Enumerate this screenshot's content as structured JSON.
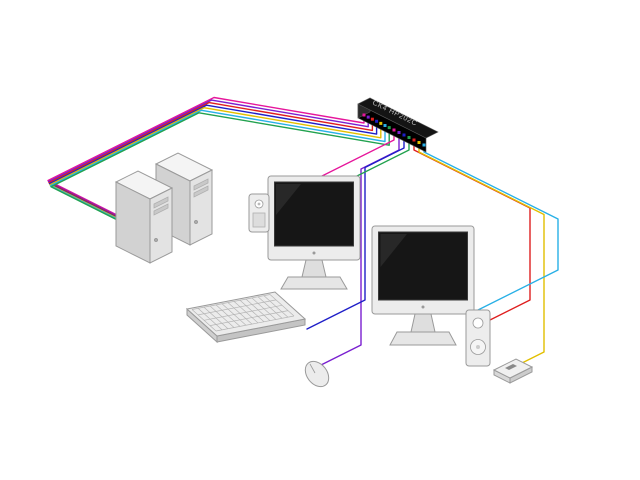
{
  "diagram": {
    "switch": {
      "label": "CK4 HP202C"
    },
    "colors": {
      "magenta": "#e6169b",
      "purple": "#7a1fd0",
      "red": "#df1f1f",
      "blue": "#1f1fc8",
      "yellow": "#e2bf00",
      "cyan": "#29b0e6",
      "green": "#22a24f"
    },
    "cables": {
      "kvm_bundle_colors": [
        "magenta",
        "purple",
        "red",
        "blue",
        "yellow",
        "cyan",
        "green"
      ],
      "peripheral_cables": [
        {
          "name": "left-speaker-cable",
          "color": "magenta"
        },
        {
          "name": "mouse-cable",
          "color": "purple"
        },
        {
          "name": "keyboard-cable",
          "color": "blue"
        },
        {
          "name": "monitor-1-cable",
          "color": "green"
        },
        {
          "name": "right-speaker-cable",
          "color": "red"
        },
        {
          "name": "remote-cable",
          "color": "yellow"
        },
        {
          "name": "monitor-2-cable",
          "color": "cyan"
        }
      ]
    },
    "devices": [
      "kvm-switch",
      "computer-tower-1",
      "computer-tower-2",
      "monitor-1",
      "monitor-2",
      "left-speaker",
      "right-speaker",
      "keyboard",
      "mouse",
      "wired-remote"
    ]
  }
}
